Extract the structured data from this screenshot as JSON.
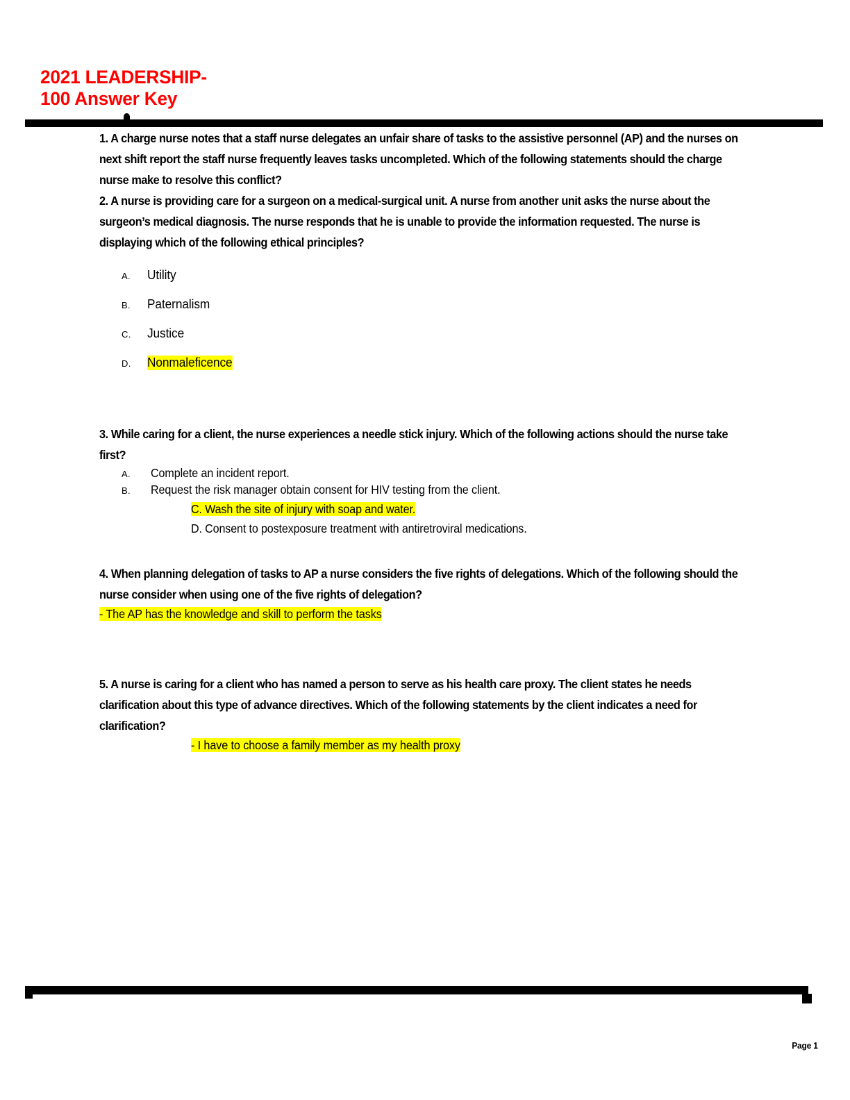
{
  "document": {
    "title": "2021 LEADERSHIP-\n100 Answer Key",
    "title_color": "#FF0000",
    "highlight_color": "#FFFF00",
    "rule_color": "#000000",
    "page_label": "Page 1"
  },
  "questions": [
    {
      "number": "1.",
      "text": "1. A charge nurse notes that a staff nurse delegates an unfair share of tasks to the assistive personnel (AP) and the nurses on next shift report the staff nurse frequently leaves tasks uncompleted. Which of the following statements should the charge nurse make to resolve this conflict?"
    },
    {
      "number": "2.",
      "text": "2. A nurse is providing care for a surgeon on a medical-surgical unit. A nurse from another unit asks the nurse about the surgeon’s medical diagnosis. The nurse responds that he is unable to provide the information requested. The nurse is displaying which of the following ethical principles?",
      "options": [
        {
          "letter": "A.",
          "text": "Utility",
          "highlighted": false
        },
        {
          "letter": "B.",
          "text": "Paternalism",
          "highlighted": false
        },
        {
          "letter": "C.",
          "text": "Justice",
          "highlighted": false
        },
        {
          "letter": "D.",
          "text": "Nonmaleficence",
          "highlighted": true
        }
      ]
    },
    {
      "number": "3.",
      "text": "3. While caring for a client, the nurse experiences a needle stick injury. Which of the following actions should the nurse take first?",
      "options": [
        {
          "letter": "A.",
          "text": "Complete an incident report.",
          "highlighted": false
        },
        {
          "letter": "B.",
          "text": "Request the risk manager obtain consent for HIV testing from the client.",
          "highlighted": false
        },
        {
          "letter": "C.",
          "text": "C. Wash the site of injury with soap and water.",
          "highlighted": true
        },
        {
          "letter": "D.",
          "text": "D. Consent to postexposure treatment with antiretroviral medications.",
          "highlighted": false
        }
      ]
    },
    {
      "number": "4.",
      "text": "4. When planning delegation of tasks to AP a nurse considers the five rights of delegations. Which of the following should the nurse consider when using one of the five rights of delegation?",
      "answer": "-  The AP has the knowledge and skill to perform the tasks",
      "answer_highlighted": true
    },
    {
      "number": "5.",
      "text": "5. A nurse is caring for a client who has named a  person to serve as his health care proxy. The client states he needs clarification about this type of advance directives. Which of the following statements by the client indicates a need for clarification?",
      "answer": "- I have to choose a family member as my health proxy",
      "answer_highlighted": true
    }
  ]
}
